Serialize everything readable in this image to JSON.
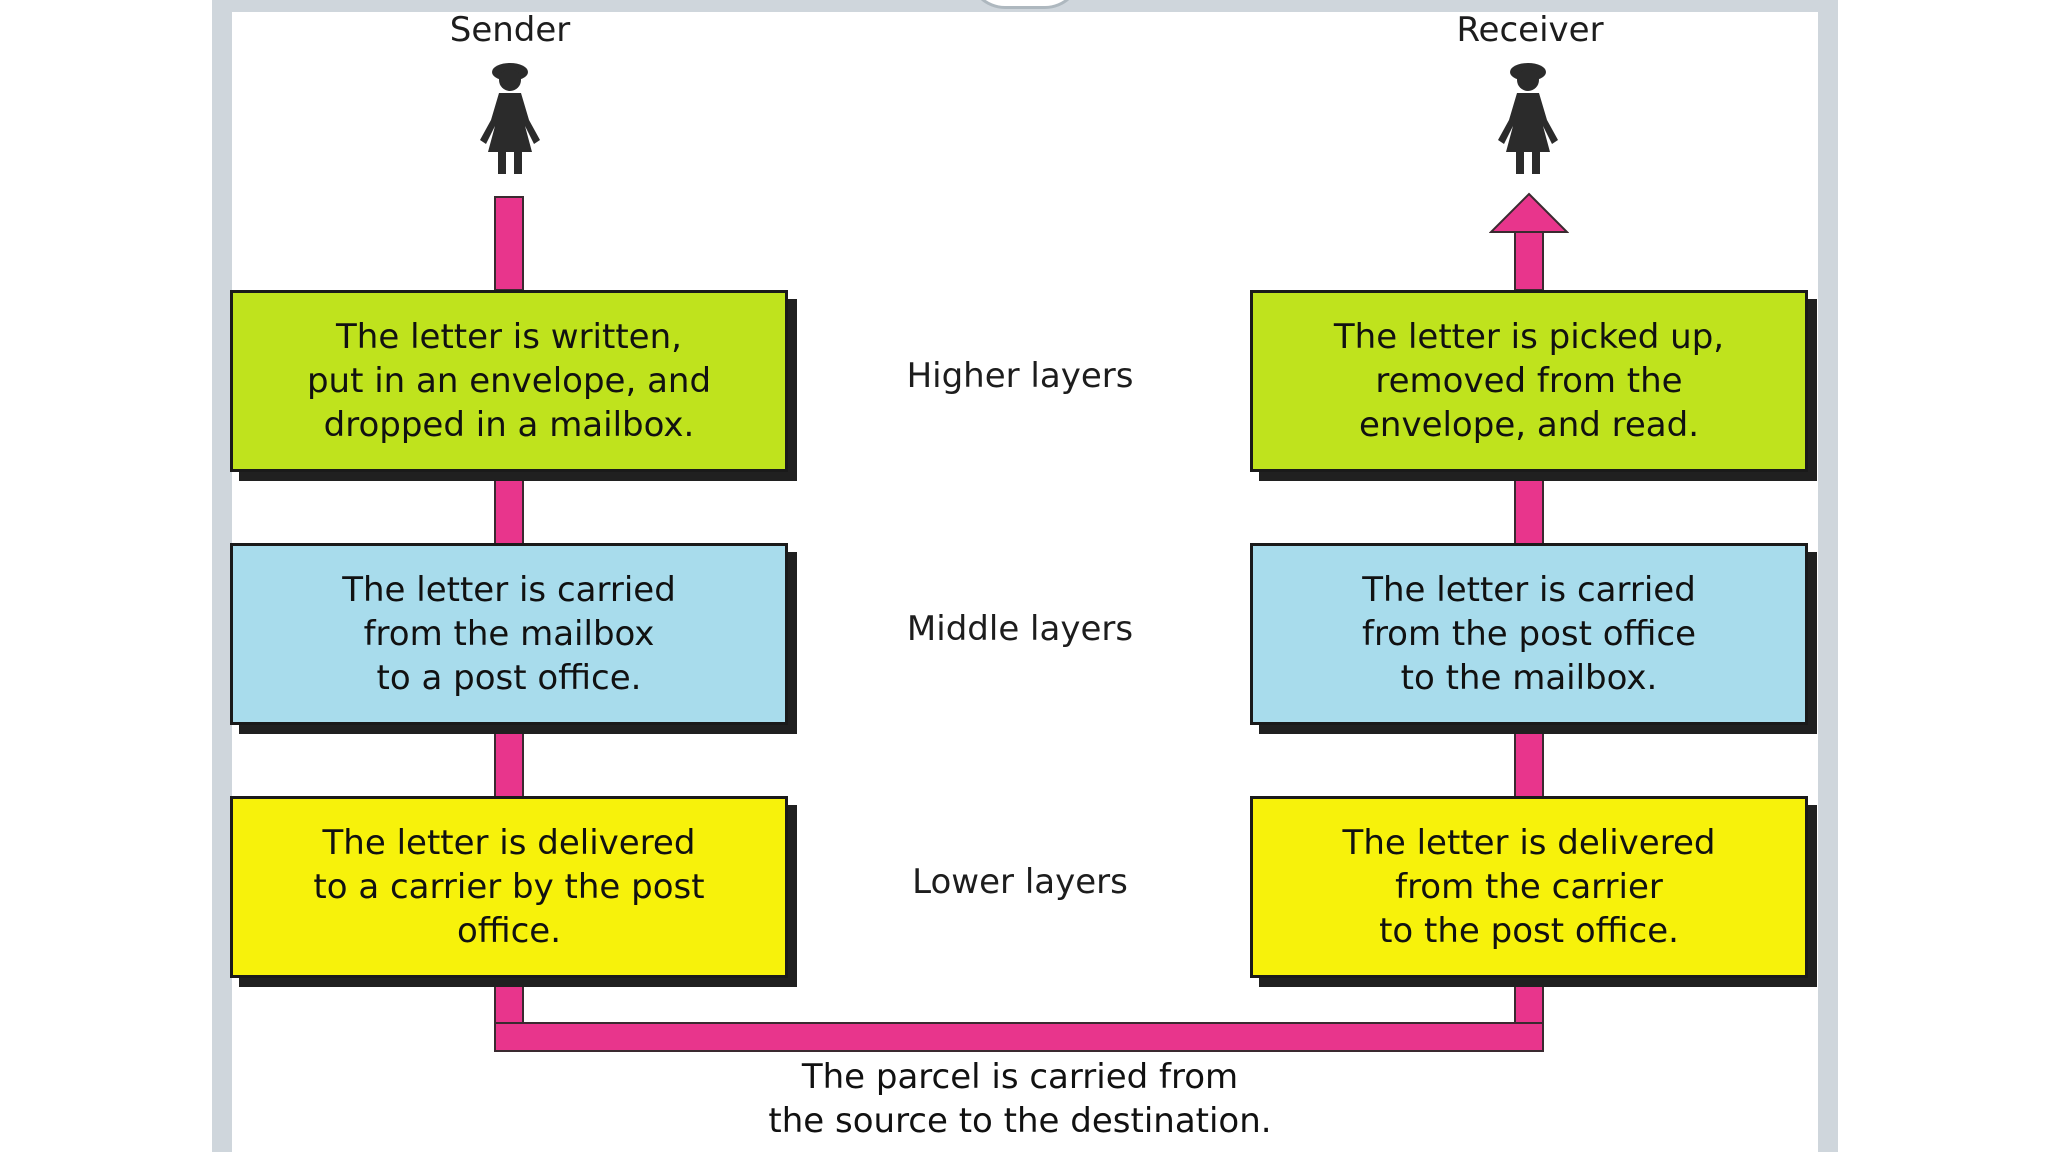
{
  "sender": {
    "label": "Sender",
    "icon": "person-icon"
  },
  "receiver": {
    "label": "Receiver",
    "icon": "person-icon"
  },
  "colors": {
    "pipe": "#e8358c",
    "higher": "#bfe31d",
    "middle": "#a8dcec",
    "lower": "#f7f20b"
  },
  "layers": {
    "higher": {
      "label": "Higher layers",
      "sender_text": "The letter is written,\nput in an envelope, and\ndropped in a mailbox.",
      "receiver_text": "The letter is picked up,\nremoved from the\nenvelope, and read."
    },
    "middle": {
      "label": "Middle layers",
      "sender_text": "The letter is carried\nfrom the mailbox\nto a post office.",
      "receiver_text": "The letter is carried\nfrom the post office\nto the mailbox."
    },
    "lower": {
      "label": "Lower layers",
      "sender_text": "The letter is delivered\nto a carrier by the post\noffice.",
      "receiver_text": "The letter is delivered\nfrom the carrier\nto the post office."
    }
  },
  "transport_text": "The parcel is carried from\nthe source to the destination."
}
